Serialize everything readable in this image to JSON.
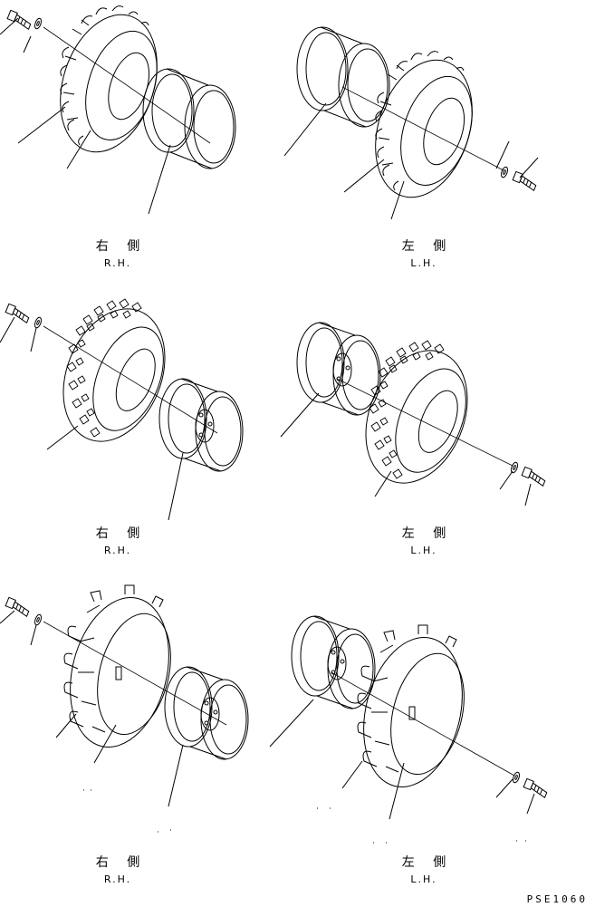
{
  "captions": {
    "right_jp": "右 側",
    "right_en": "R.H.",
    "left_jp": "左 側",
    "left_en": "L.H."
  },
  "drawing_code": "PSE1060",
  "icons": {
    "bolt": "bolt-icon",
    "washer": "washer-icon",
    "tire": "tire-icon",
    "rim": "wheel-rim-icon"
  }
}
